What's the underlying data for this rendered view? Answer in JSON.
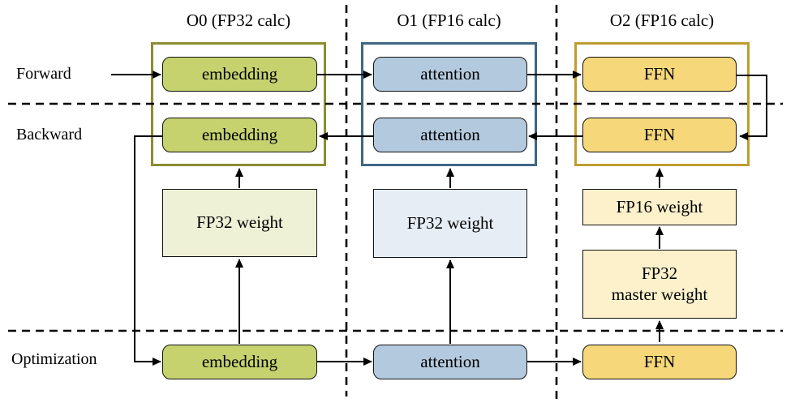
{
  "colors": {
    "o0-border": "#8b8e2f",
    "o1-border": "#3e6786",
    "o2-border": "#bf9c31",
    "embedding-fill": "#c5d26e",
    "attention-fill": "#b3c9de",
    "ffn-fill": "#f6d87a",
    "fp32-weight-o0-fill": "#eef1d5",
    "fp32-weight-o1-fill": "#e6edf5",
    "fp16-weight-fill": "#fcf1cb",
    "line-color": "#000000"
  },
  "rows": {
    "forward": "Forward",
    "backward": "Backward",
    "optimization": "Optimization"
  },
  "columns": [
    {
      "title": "O0 (FP32 calc)",
      "forward": "embedding",
      "backward": "embedding",
      "weights": [
        "FP32 weight"
      ],
      "optimization": "embedding"
    },
    {
      "title": "O1 (FP16 calc)",
      "forward": "attention",
      "backward": "attention",
      "weights": [
        "FP32 weight"
      ],
      "optimization": "attention"
    },
    {
      "title": "O2 (FP16 calc)",
      "forward": "FFN",
      "backward": "FFN",
      "weights": [
        "FP16 weight",
        "FP32\nmaster weight"
      ],
      "optimization": "FFN"
    }
  ]
}
